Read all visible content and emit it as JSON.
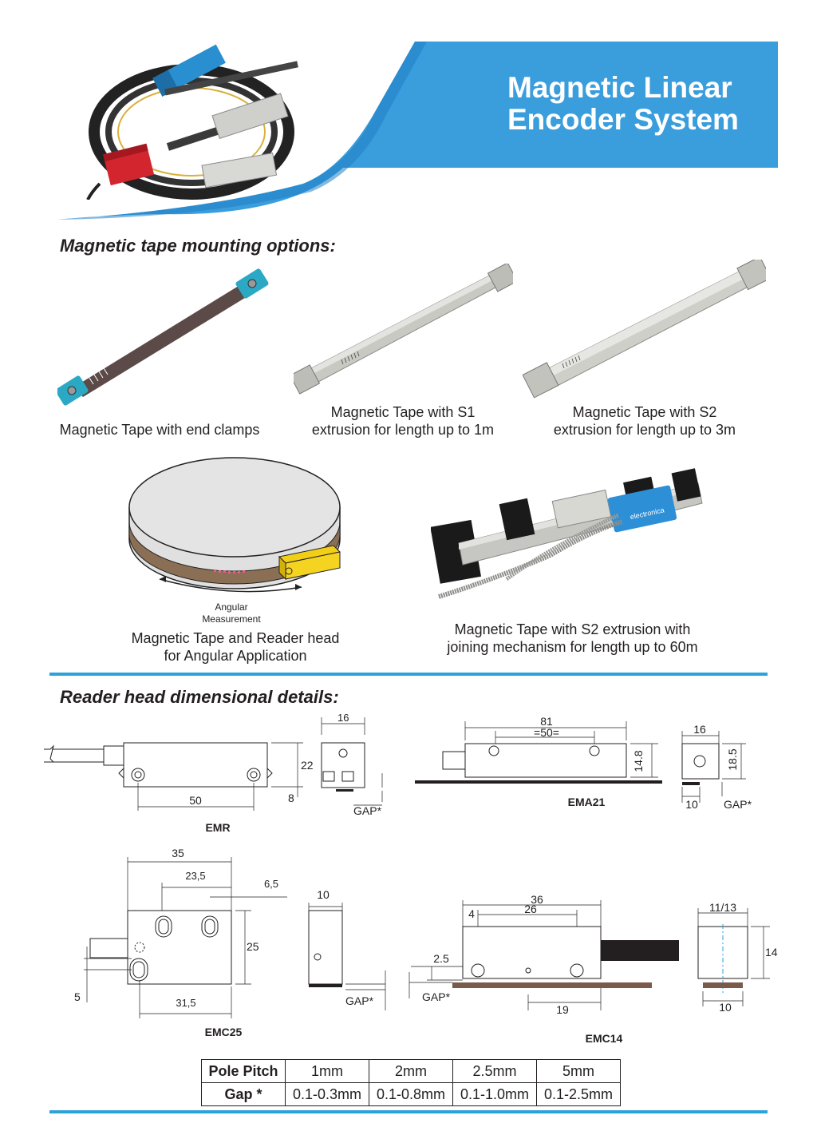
{
  "header": {
    "title_line1": "Magnetic Linear",
    "title_line2": "Encoder System",
    "colors": {
      "accent": "#3a9ddc",
      "rule": "#2aa4d8"
    }
  },
  "mounting": {
    "heading": "Magnetic tape mounting options:",
    "items": [
      {
        "caption_line1": "Magnetic Tape with end clamps",
        "caption_line2": ""
      },
      {
        "caption_line1": "Magnetic Tape with S1",
        "caption_line2": "extrusion for length up to 1m"
      },
      {
        "caption_line1": "Magnetic Tape with S2",
        "caption_line2": "extrusion for length up to 3m"
      },
      {
        "caption_line1": "Magnetic Tape and Reader head",
        "caption_line2": "for Angular Application"
      },
      {
        "caption_line1": "Magnetic Tape with S2 extrusion with",
        "caption_line2": "joining mechanism for length up to 60m"
      }
    ],
    "angular_label_line1": "Angular",
    "angular_label_line2": "Measurement",
    "product_brand_text": "electronica"
  },
  "reader": {
    "heading": "Reader head dimensional details:",
    "emr": {
      "name": "EMR",
      "d16": "16",
      "d22": "22",
      "d50": "50",
      "d8": "8",
      "gap": "GAP*"
    },
    "ema21": {
      "name": "EMA21",
      "d81": "81",
      "d50": "=50=",
      "d14_8": "14.8",
      "d16": "16",
      "d18_5": "18.5",
      "d10": "10",
      "gap": "GAP*"
    },
    "emc25": {
      "name": "EMC25",
      "d35": "35",
      "d23_5": "23,5",
      "d6_5": "6,5",
      "d25": "25",
      "d31_5": "31,5",
      "d5": "5",
      "d10": "10",
      "gap": "GAP*"
    },
    "emc14": {
      "name": "EMC14",
      "d36": "36",
      "d4": "4",
      "d26": "26",
      "d2_5": "2.5",
      "d19": "19",
      "d11_13": "11/13",
      "d14": "14",
      "d10": "10",
      "gap": "GAP*"
    }
  },
  "table": {
    "row1_label": "Pole Pitch",
    "row2_label": "Gap *",
    "pole_pitch": [
      "1mm",
      "2mm",
      "2.5mm",
      "5mm"
    ],
    "gap": [
      "0.1-0.3mm",
      "0.1-0.8mm",
      "0.1-1.0mm",
      "0.1-2.5mm"
    ]
  }
}
